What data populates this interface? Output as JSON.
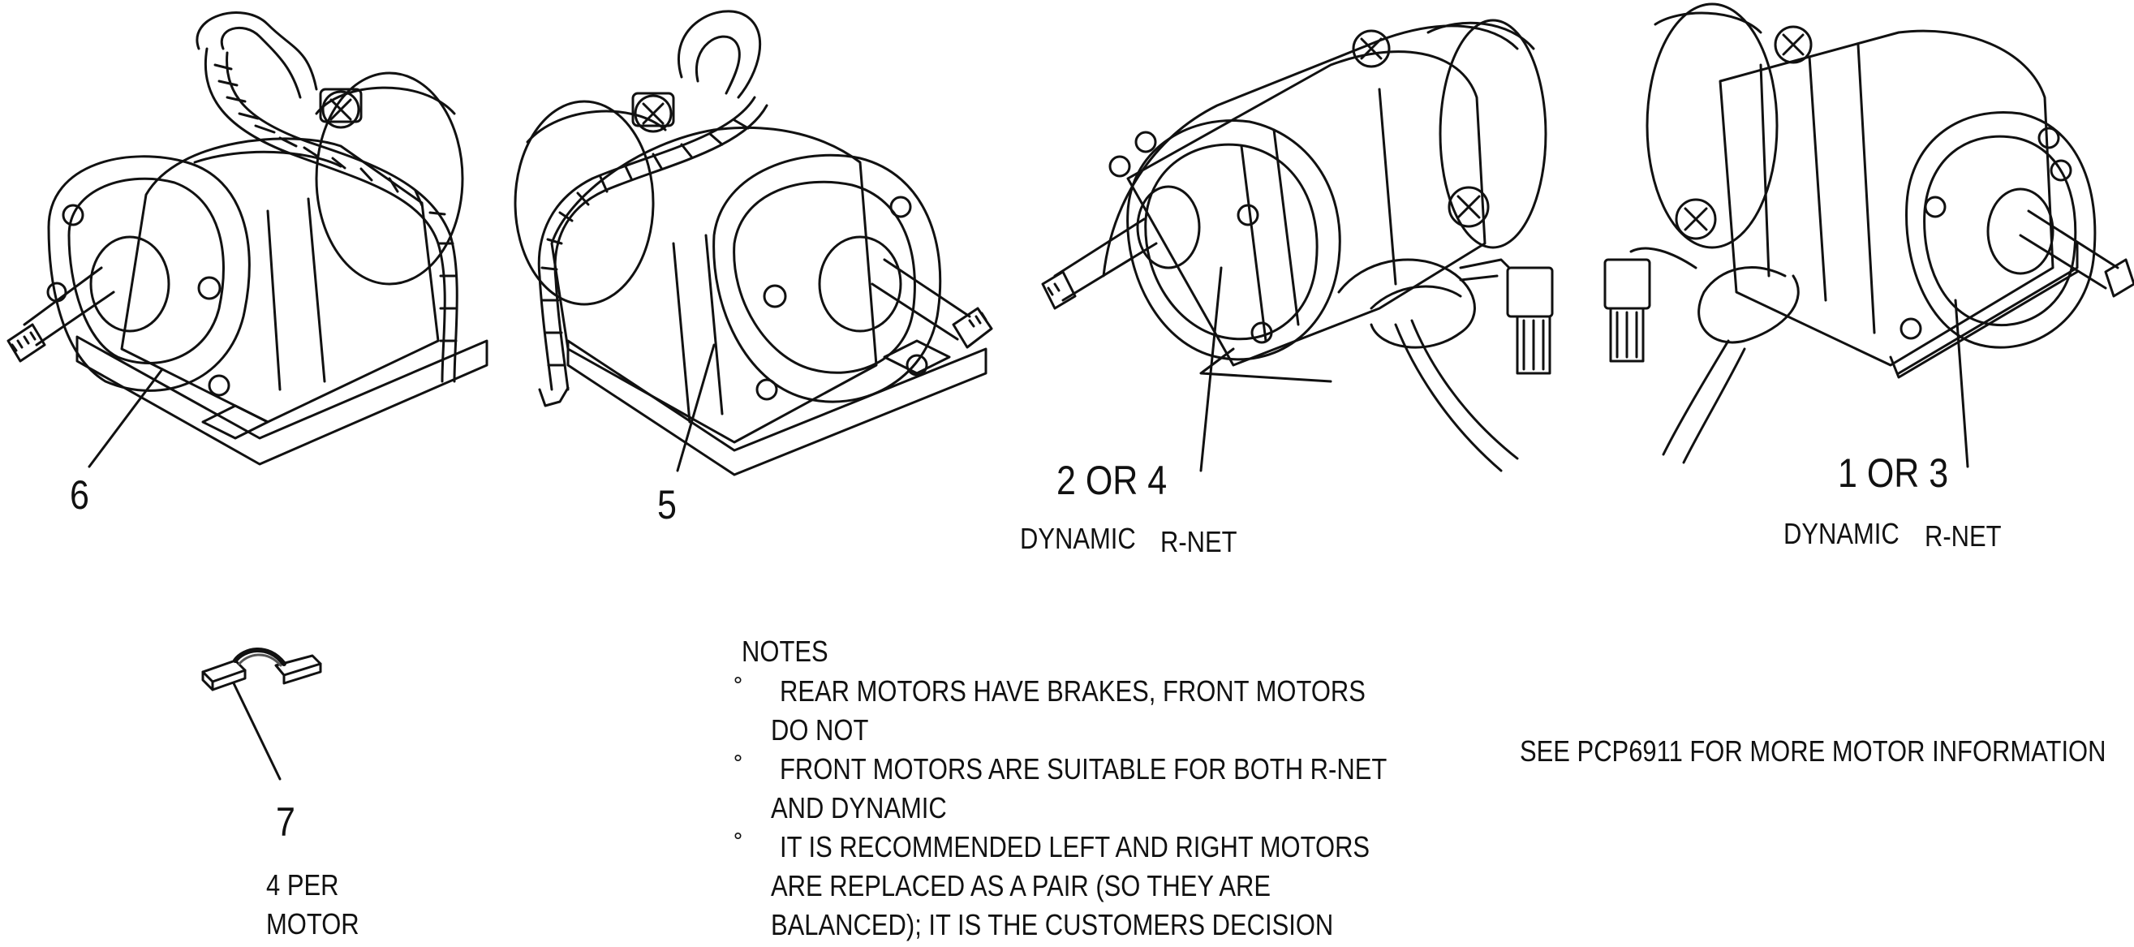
{
  "callouts": {
    "motor_6": "6",
    "motor_5": "5",
    "motor_2_or_4": "2 OR 4",
    "motor_1_or_3": "1 OR 3",
    "brush_7": "7"
  },
  "captions": {
    "left_pair": {
      "dynamic": "DYNAMIC",
      "rnet": "R-NET"
    },
    "right_pair": {
      "dynamic": "DYNAMIC",
      "rnet": "R-NET"
    },
    "brush_qty_line1": "4 PER",
    "brush_qty_line2": "MOTOR"
  },
  "notes": {
    "title": "NOTES",
    "bullet_symbol": "°",
    "items": [
      {
        "line1": "REAR MOTORS HAVE BRAKES, FRONT MOTORS",
        "line2": "DO NOT"
      },
      {
        "line1": "FRONT MOTORS ARE SUITABLE FOR BOTH R-NET",
        "line2": "AND DYNAMIC"
      },
      {
        "line1": "IT IS RECOMMENDED LEFT AND RIGHT MOTORS",
        "line2": "ARE REPLACED AS A PAIR (SO THEY ARE",
        "line3": "BALANCED); IT IS THE CUSTOMERS DECISION"
      }
    ]
  },
  "reference": "SEE PCP6911 FOR MORE MOTOR INFORMATION"
}
